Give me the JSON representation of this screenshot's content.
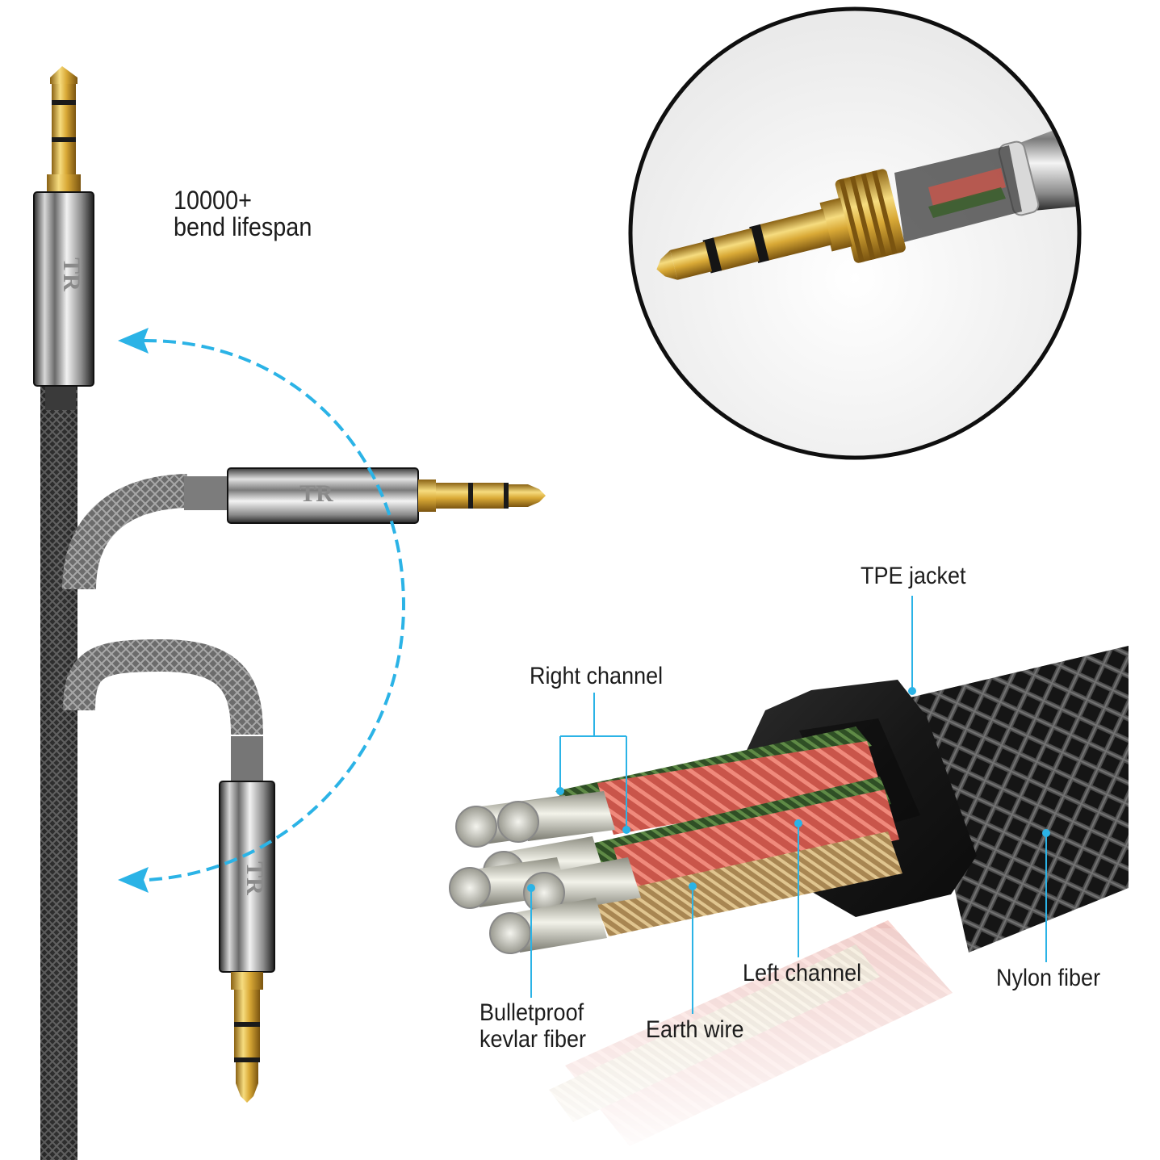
{
  "bend": {
    "line1": "10000+",
    "line2": "bend lifespan"
  },
  "brand_mark": "TR",
  "labels": {
    "tpe_jacket": "TPE jacket",
    "right_channel": "Right channel",
    "left_channel": "Left channel",
    "nylon_fiber": "Nylon fiber",
    "kevlar_line1": "Bulletproof",
    "kevlar_line2": "kevlar fiber",
    "earth_wire": "Earth wire"
  },
  "colors": {
    "accent_blue": "#2bb3e6",
    "gold": "#d9a936",
    "cable_black": "#2a2a2a",
    "cable_grey": "#7a7a7a",
    "copper_red": "#d35d50",
    "wire_green": "#3d5f2f",
    "earth_tan": "#c4a36c"
  }
}
